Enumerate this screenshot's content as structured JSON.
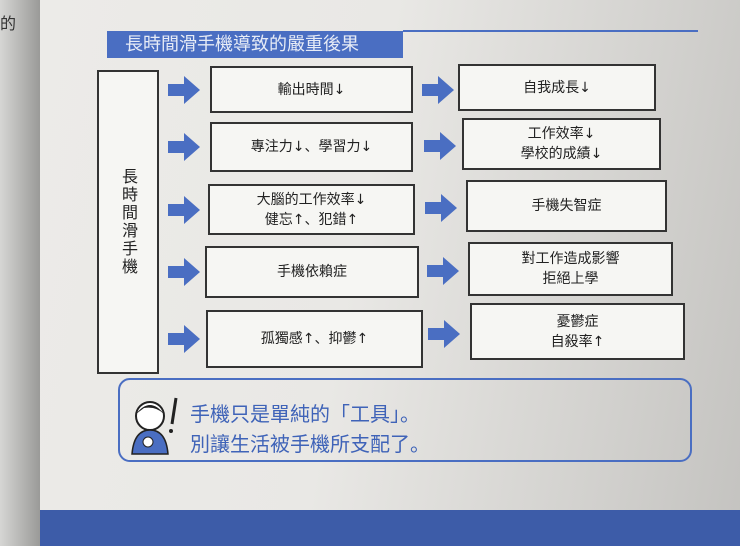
{
  "left_page_fragment": "的",
  "title": "長時間滑手機導致的嚴重後果",
  "source": "長時間滑手機",
  "rows": [
    {
      "effect": [
        "輸出時間↓"
      ],
      "result": [
        "自我成長↓"
      ]
    },
    {
      "effect": [
        "專注力↓、學習力↓"
      ],
      "result": [
        "工作效率↓",
        "學校的成績↓"
      ]
    },
    {
      "effect": [
        "大腦的工作效率↓",
        "健忘↑、犯錯↑"
      ],
      "result": [
        "手機失智症"
      ]
    },
    {
      "effect": [
        "手機依賴症"
      ],
      "result": [
        "對工作造成影響",
        "拒絕上學"
      ]
    },
    {
      "effect": [
        "孤獨感↑、抑鬱↑"
      ],
      "result": [
        "憂鬱症",
        "自殺率↑"
      ]
    }
  ],
  "callout": {
    "line1": "手機只是單純的「工具」。",
    "line2": "別讓生活被手機所支配了。"
  },
  "colors": {
    "accent": "#4a6ec2",
    "strip": "#3d5ca8"
  }
}
